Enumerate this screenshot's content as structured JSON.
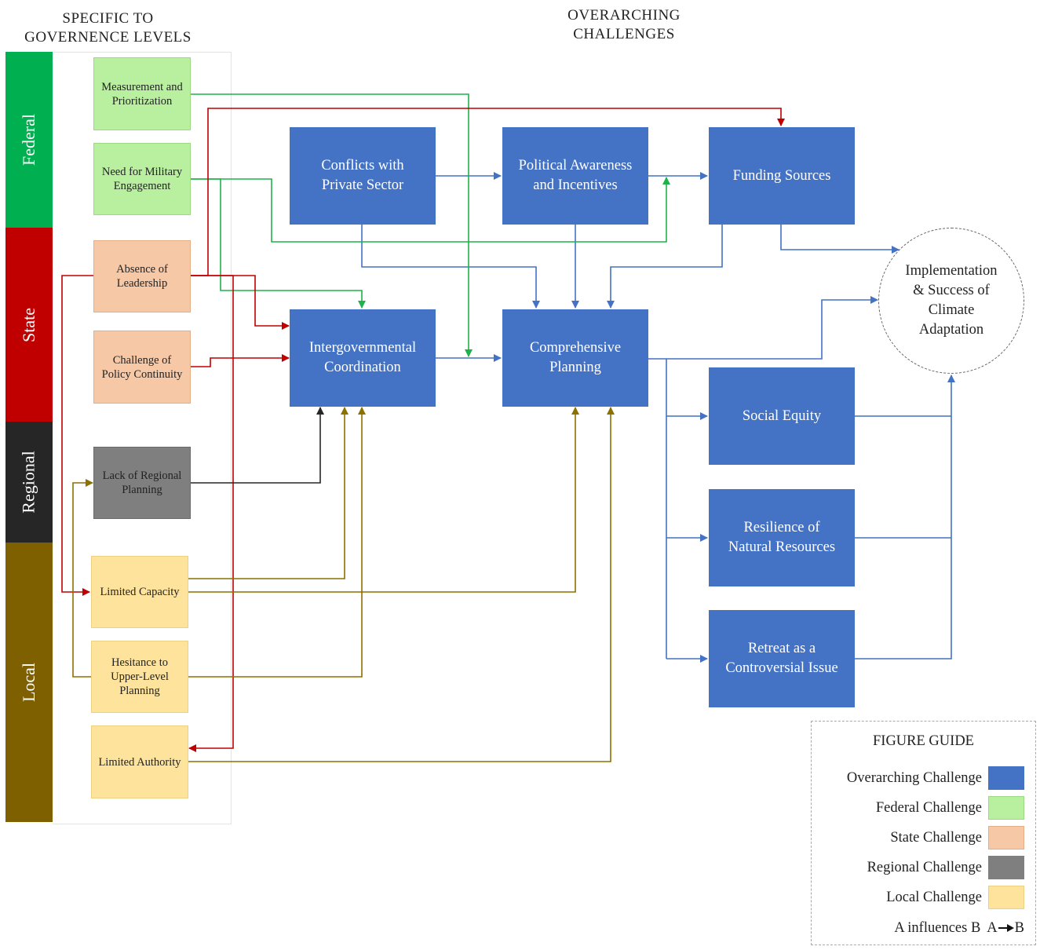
{
  "headers": {
    "left": "SPECIFIC TO\nGOVERNENCE LEVELS",
    "center": "OVERARCHING\nCHALLENGES"
  },
  "levels": {
    "federal": "Federal",
    "state": "State",
    "regional": "Regional",
    "local": "Local"
  },
  "level_colors": {
    "federal": "#00b050",
    "state": "#c00000",
    "regional": "#262626",
    "local": "#7f6000"
  },
  "level_challenges": {
    "measurement": "Measurement and\nPrioritization",
    "military": "Need for Military\nEngagement",
    "leadership": "Absence of\nLeadership",
    "continuity": "Challenge of\nPolicy Continuity",
    "regional_planning": "Lack of Regional\nPlanning",
    "capacity": "Limited Capacity",
    "hesitance": "Hesitance to\nUpper-Level\nPlanning",
    "authority": "Limited Authority"
  },
  "overarching": {
    "conflicts": "Conflicts with\nPrivate Sector",
    "political": "Political Awareness\nand Incentives",
    "funding": "Funding Sources",
    "intergov": "Intergovernmental\nCoordination",
    "comprehensive": "Comprehensive\nPlanning",
    "equity": "Social Equity",
    "resilience": "Resilience of\nNatural Resources",
    "retreat": "Retreat as a\nControversial Issue"
  },
  "goal": "Implementation\n& Success of\nClimate\nAdaptation",
  "guide": {
    "title": "FIGURE GUIDE",
    "items": [
      {
        "label": "Overarching Challenge",
        "color": "#4472c4"
      },
      {
        "label": "Federal Challenge",
        "color": "#b9f0a0"
      },
      {
        "label": "State Challenge",
        "color": "#f6c8a6"
      },
      {
        "label": "Regional Challenge",
        "color": "#7f7f7f"
      },
      {
        "label": "Local Challenge",
        "color": "#fde39c"
      }
    ],
    "arrow_label": "A influences B",
    "arrow_example": "A",
    "arrow_example_end": "B"
  },
  "link_colors": {
    "federal": "#1fb24a",
    "state": "#c00000",
    "regional": "#262626",
    "local": "#8c7000",
    "overarching": "#4472c4"
  }
}
